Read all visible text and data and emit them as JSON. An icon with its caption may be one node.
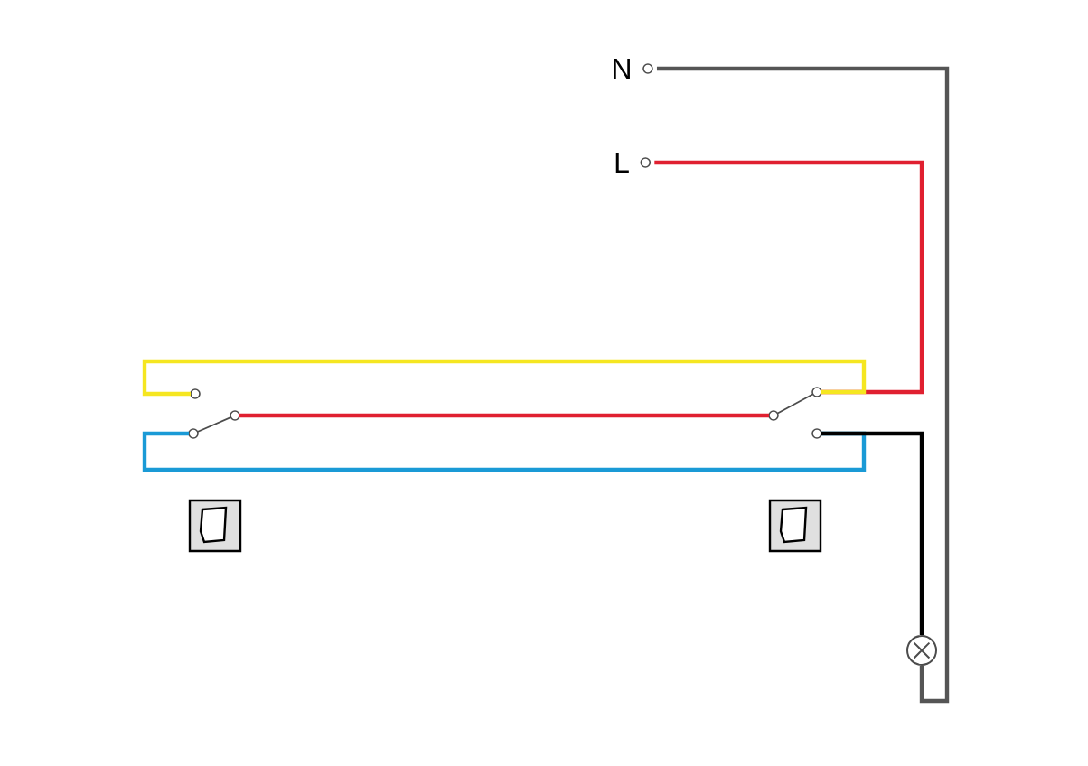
{
  "diagram": {
    "nodes": [
      {
        "text": [
          "N"
        ]
      },
      {
        "text": [
          "L"
        ]
      },
      {
        "text": [],
        "shape": "switch"
      },
      {
        "text": [],
        "shape": "switch"
      },
      {
        "text": [],
        "shape": "circle"
      }
    ],
    "edges": [
      {
        "from": 1,
        "to": 3,
        "arrow": "none",
        "color": "#e02030"
      },
      {
        "from": 2,
        "to": 3,
        "arrow": "none",
        "color": "#e02030"
      },
      {
        "from": 2,
        "to": 3,
        "arrow": "none",
        "color": "#f5e620"
      },
      {
        "from": 2,
        "to": 3,
        "arrow": "none",
        "color": "#1a9ad6"
      },
      {
        "from": 3,
        "to": 4,
        "arrow": "none",
        "color": "#000000"
      },
      {
        "from": 4,
        "to": 0,
        "arrow": "none",
        "color": "#555555"
      }
    ]
  }
}
